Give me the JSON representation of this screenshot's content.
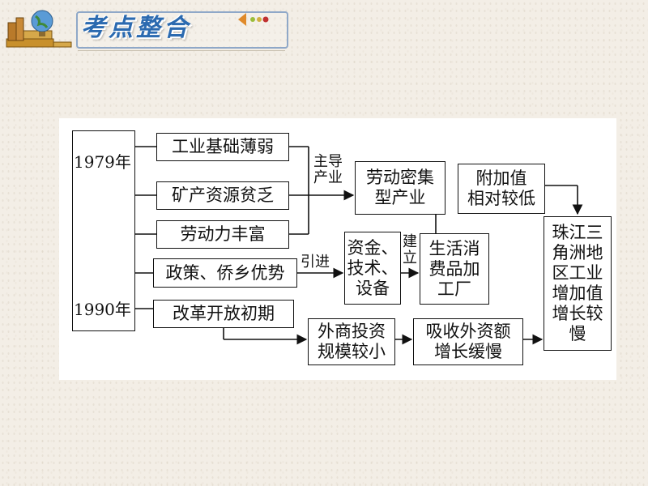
{
  "header": {
    "title": "考点整合"
  },
  "diagram": {
    "period_start": "1979年",
    "period_end": "1990年",
    "conditions": [
      "工业基础薄弱",
      "矿产资源贫乏",
      "劳动力丰富",
      "政策、侨乡优势",
      "改革开放初期"
    ],
    "labor_intensive": "劳动密集\n型产业",
    "added_value": "附加值\n相对较低",
    "capital": "资金、\n技术、\n设备",
    "consumer_goods": "生活消\n费品加\n工厂",
    "foreign_investment": "外商投资\n规模较小",
    "absorb": "吸收外资额\n增长缓慢",
    "result": "珠江三\n角洲地\n区工业\n增加值\n增长较\n慢",
    "labels": {
      "leading": "主导\n产业",
      "introduce": "引进",
      "establish": "建\n立"
    }
  }
}
